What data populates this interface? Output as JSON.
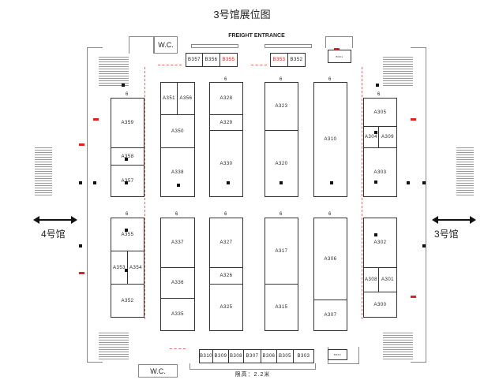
{
  "title": "3号馆展位图",
  "freight_entrance": "FREIGHT ENTRANCE",
  "wc_top": "W.C.",
  "wc_bottom": "W.C.",
  "hall_left": "4号馆",
  "hall_right": "3号馆",
  "height_limit": "限高：2.2米",
  "width_mark": "6",
  "colors": {
    "highlight": "#dd2222",
    "aisle": "#ee6666"
  },
  "booths": {
    "A359": "A359",
    "A358": "A358",
    "A357": "A357",
    "A351": "A351",
    "A356": "A356",
    "A350": "A350",
    "A338": "A338",
    "A328": "A328",
    "A329": "A329",
    "A330": "A330",
    "A323": "A323",
    "A320": "A320",
    "A310": "A310",
    "A305": "A305",
    "A304": "A304",
    "A309": "A309",
    "A303": "A303",
    "A355": "A355",
    "A353": "A353",
    "A354": "A354",
    "A352": "A352",
    "A337": "A337",
    "A336": "A336",
    "A335": "A335",
    "A327": "A327",
    "A326": "A326",
    "A325": "A325",
    "A317": "A317",
    "A315": "A315",
    "A306": "A306",
    "A307": "A307",
    "A302": "A302",
    "A308": "A308",
    "A301": "A301",
    "A300": "A300",
    "B357": "B357",
    "B356": "B356",
    "B355": "B355",
    "B353": "B353",
    "B352": "B352",
    "B301": "B301",
    "B310": "B310",
    "B309": "B309",
    "B308": "B308",
    "B307": "B307",
    "B306": "B306",
    "B305": "B305",
    "B303": "B303",
    "B300": "B300"
  }
}
